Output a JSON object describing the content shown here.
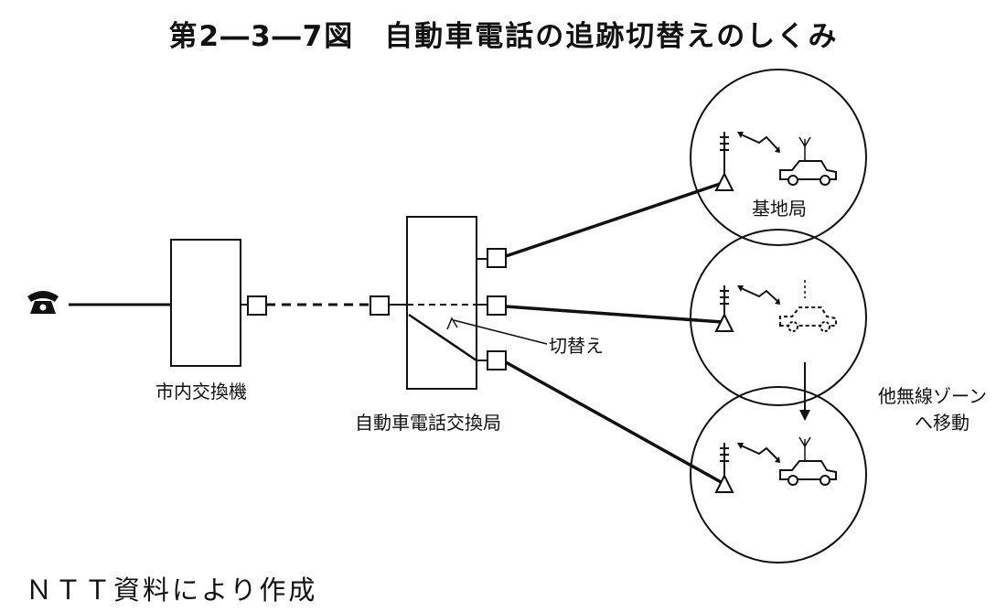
{
  "title": "第2―3―7図　自動車電話の追跡切替えのしくみ",
  "labels": {
    "city_exchange": "市内交換機",
    "car_phone_exchange": "自動車電話交換局",
    "switching": "切替え",
    "base_station": "基地局",
    "move_zone_line1": "他無線ゾーン",
    "move_zone_line2": "へ移動"
  },
  "source": "ＮＴＴ資料により作成",
  "icons": [
    "telephone-icon",
    "antenna-icon",
    "car-icon",
    "radio-wave-icon"
  ]
}
